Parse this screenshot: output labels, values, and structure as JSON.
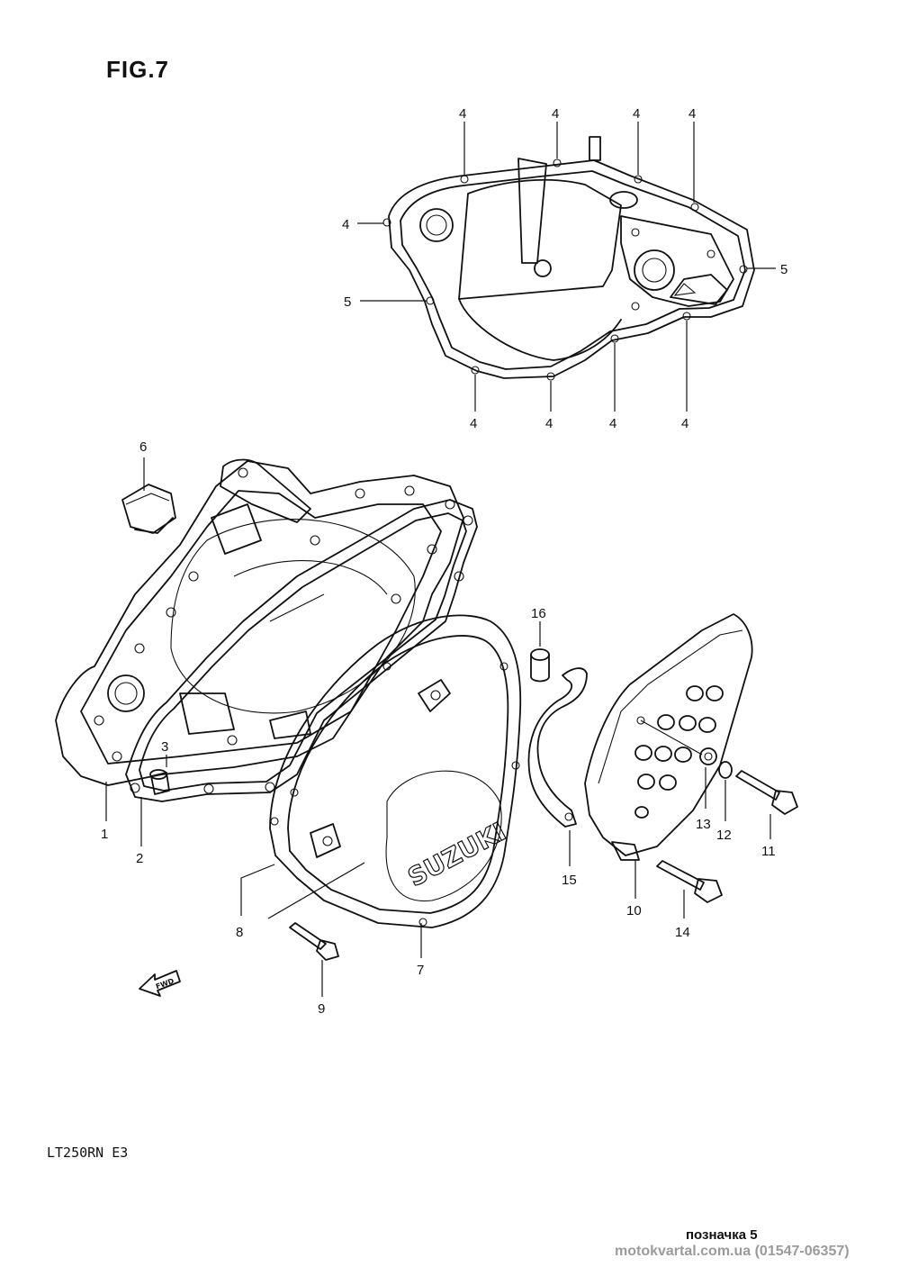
{
  "figure": {
    "title": "FIG.7",
    "model": "LT250RN  E3",
    "sheet_note": "позначка 5",
    "watermark": "motokvartal.com.ua (01547-06357)",
    "logo_text": "SUZUKI",
    "fwd_text": "FWD"
  },
  "callouts": [
    {
      "id": "c4a",
      "label": "4"
    },
    {
      "id": "c4b",
      "label": "4"
    },
    {
      "id": "c4c",
      "label": "4"
    },
    {
      "id": "c4d",
      "label": "4"
    },
    {
      "id": "c4e",
      "label": "4"
    },
    {
      "id": "c5a",
      "label": "5"
    },
    {
      "id": "c5b",
      "label": "5"
    },
    {
      "id": "c4f",
      "label": "4"
    },
    {
      "id": "c4g",
      "label": "4"
    },
    {
      "id": "c4h",
      "label": "4"
    },
    {
      "id": "c4i",
      "label": "4"
    },
    {
      "id": "c6",
      "label": "6"
    },
    {
      "id": "c3",
      "label": "3"
    },
    {
      "id": "c1",
      "label": "1"
    },
    {
      "id": "c2",
      "label": "2"
    },
    {
      "id": "c8",
      "label": "8"
    },
    {
      "id": "c9",
      "label": "9"
    },
    {
      "id": "c7",
      "label": "7"
    },
    {
      "id": "c16",
      "label": "16"
    },
    {
      "id": "c15",
      "label": "15"
    },
    {
      "id": "c10",
      "label": "10"
    },
    {
      "id": "c14",
      "label": "14"
    },
    {
      "id": "c13",
      "label": "13"
    },
    {
      "id": "c12",
      "label": "12"
    },
    {
      "id": "c11",
      "label": "11"
    }
  ]
}
